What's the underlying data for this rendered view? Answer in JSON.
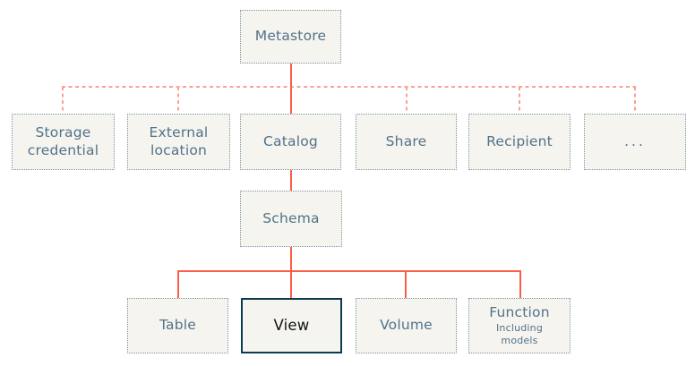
{
  "diagram": {
    "type": "hierarchy",
    "nodes": {
      "metastore": {
        "label": "Metastore"
      },
      "storage_credential": {
        "label": "Storage credential"
      },
      "external_location": {
        "label": "External location"
      },
      "catalog": {
        "label": "Catalog"
      },
      "share": {
        "label": "Share"
      },
      "recipient": {
        "label": "Recipient"
      },
      "more": {
        "label": "..."
      },
      "schema": {
        "label": "Schema"
      },
      "table": {
        "label": "Table"
      },
      "view": {
        "label": "View"
      },
      "volume": {
        "label": "Volume"
      },
      "function": {
        "label": "Function",
        "sublabel": "Including models"
      }
    },
    "edges": {
      "solid_path": [
        "Metastore-Catalog",
        "Catalog-Schema",
        "Schema-Table",
        "Schema-View",
        "Schema-Volume",
        "Schema-Function"
      ],
      "dashed_path": [
        "Metastore-Storage credential",
        "Metastore-External location",
        "Metastore-Share",
        "Metastore-Recipient",
        "Metastore-..."
      ]
    },
    "highlighted_node": "View",
    "colors": {
      "solid_line": "#FB5E47",
      "dashed_line": "#F9A192",
      "node_fill": "#F6F4EF",
      "node_border": "#7D96A5",
      "node_text": "#50738A",
      "highlight_border": "#0C3C50",
      "highlight_text": "#111417",
      "background": "#FFFFFF"
    }
  }
}
